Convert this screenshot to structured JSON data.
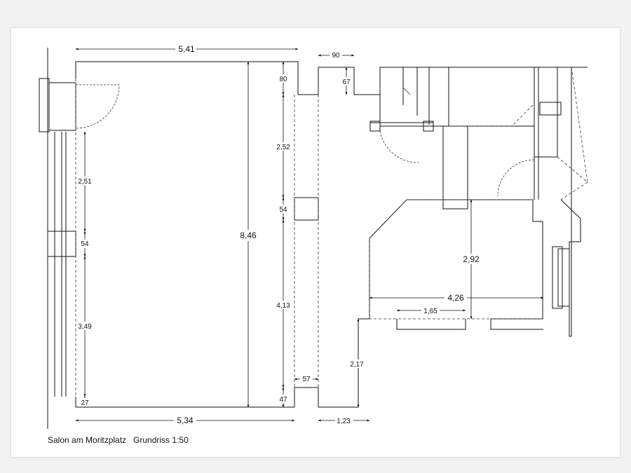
{
  "caption": {
    "title": "Salon am Moritzplatz",
    "subtitle": "Grundriss 1:50"
  },
  "dimensions": {
    "top_width": "5,41",
    "bottom_width": "5,34",
    "height_total": "8,46",
    "wall_80": "80",
    "wall_2_52": "2,52",
    "wall_54_right": "54",
    "wall_4_13": "4,13",
    "wall_47": "47",
    "left_2_51": "2,51",
    "left_54": "54",
    "left_3_49": "3,49",
    "left_27": "27",
    "passage_90": "90",
    "passage_67": "67",
    "passage_57": "57",
    "bottom_1_23": "1,23",
    "height_2_17": "2,17",
    "room_4_26": "4,26",
    "room_2_92": "2,92",
    "window_1_65": "1,65"
  }
}
